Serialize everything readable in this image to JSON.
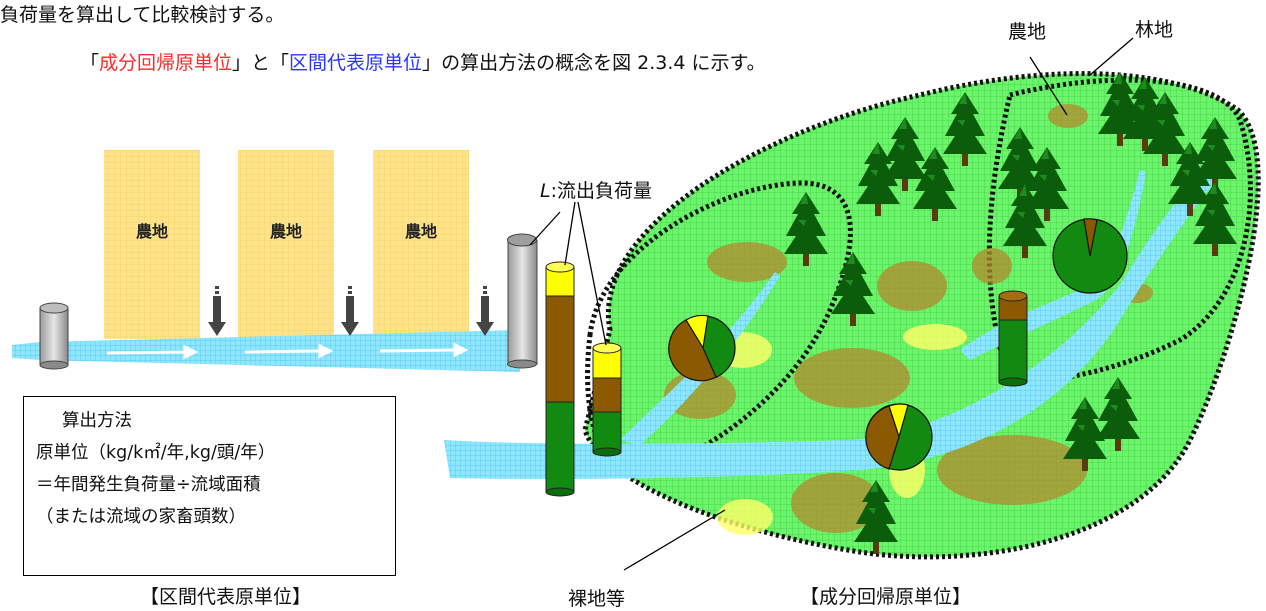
{
  "intro": {
    "line1": "負荷量を算出して比較検討する。",
    "line2_open": "「",
    "line2_red": "成分回帰原単位",
    "line2_mid": "」と「",
    "line2_blue": "区間代表原単位",
    "line2_rest": "」の算出方法の概念を図 2.3.4 に示す。"
  },
  "left_diagram": {
    "field_labels": [
      "農地",
      "農地",
      "農地"
    ],
    "method_box": {
      "title": "算出方法",
      "line1": "原単位（kg/k㎡/年,kg/頭/年）",
      "line2": "＝年間発生負荷量÷流域面積",
      "line3": "（または流域の家畜頭数）"
    },
    "caption": "【区間代表原単位】"
  },
  "right_diagram": {
    "label_outflow_italic": "L",
    "label_outflow_rest": ":流出負荷量",
    "label_farmland": "農地",
    "label_forest": "林地",
    "label_bareland": "裸地等",
    "caption": "【成分回帰原単位】"
  },
  "colors": {
    "caption_red": "#ff2a2a",
    "caption_blue": "#2a37ff",
    "forest_green": "#006400",
    "farmland_brown": "#8b5a00",
    "bareland_yellow": "#ffff00",
    "field_yellow": "#ffe38a",
    "river_cyan": "#7fe0ff",
    "basin_green": "#66ff66"
  }
}
